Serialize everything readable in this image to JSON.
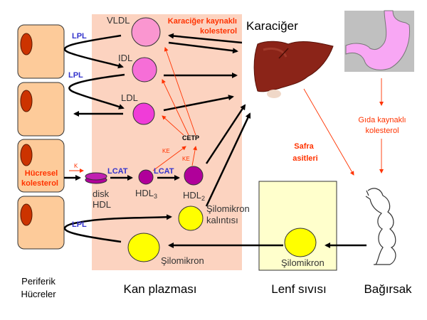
{
  "colors": {
    "plasma": "#fcd3c0",
    "cell_fill": "#fdcb9a",
    "nucleus": "#cc3300",
    "lymph": "#ffffcc",
    "vldl": "#fa96d0",
    "idl": "#f66ed7",
    "ldl": "#f03cd8",
    "hdl": "#b0009a",
    "chylomicron": "#ffff00",
    "stomach_bg": "#c0c0c0",
    "stomach": "#f8a7f4",
    "liver": "#8b2418",
    "enzyme_blue": "#3333cc",
    "annotation_red": "#ff3300"
  },
  "compartments": {
    "peripheral_cells_line1": "Periferik",
    "peripheral_cells_line2": "Hücreler",
    "blood_plasma": "Kan plazması",
    "lymph": "Lenf sıvısı",
    "intestine": "Bağırsak",
    "liver": "Karaciğer"
  },
  "lipoproteins": {
    "vldl": "VLDL",
    "idl": "IDL",
    "ldl": "LDL",
    "disk_hdl_line1": "disk",
    "disk_hdl_line2": "HDL",
    "hdl3": "HDL",
    "hdl3_sub": "3",
    "hdl2": "HDL",
    "hdl2_sub": "2",
    "chylomicron_remnant_line1": "Şilomikron",
    "chylomicron_remnant_line2": "kalıntısı",
    "chylomicron_plasma": "Şilomikron",
    "chylomicron_lymph": "Şilomikron"
  },
  "enzymes": {
    "lpl_1": "LPL",
    "lpl_2": "LPL",
    "lpl_3": "LPL",
    "lcat_1": "LCAT",
    "lcat_2": "LCAT",
    "cetp": "CETP",
    "k": "K",
    "ke_1": "KE",
    "ke_2": "KE"
  },
  "annotations": {
    "liver_cholesterol_line1": "Karaciğer kaynaklı",
    "liver_cholesterol_line2": "kolesterol",
    "cellular_cholesterol_line1": "Hücresel",
    "cellular_cholesterol_line2": "kolesterol",
    "bile_acids_line1": "Safra",
    "bile_acids_line2": "asitleri",
    "dietary_cholesterol_line1": "Gıda kaynaklı",
    "dietary_cholesterol_line2": "kolesterol"
  }
}
